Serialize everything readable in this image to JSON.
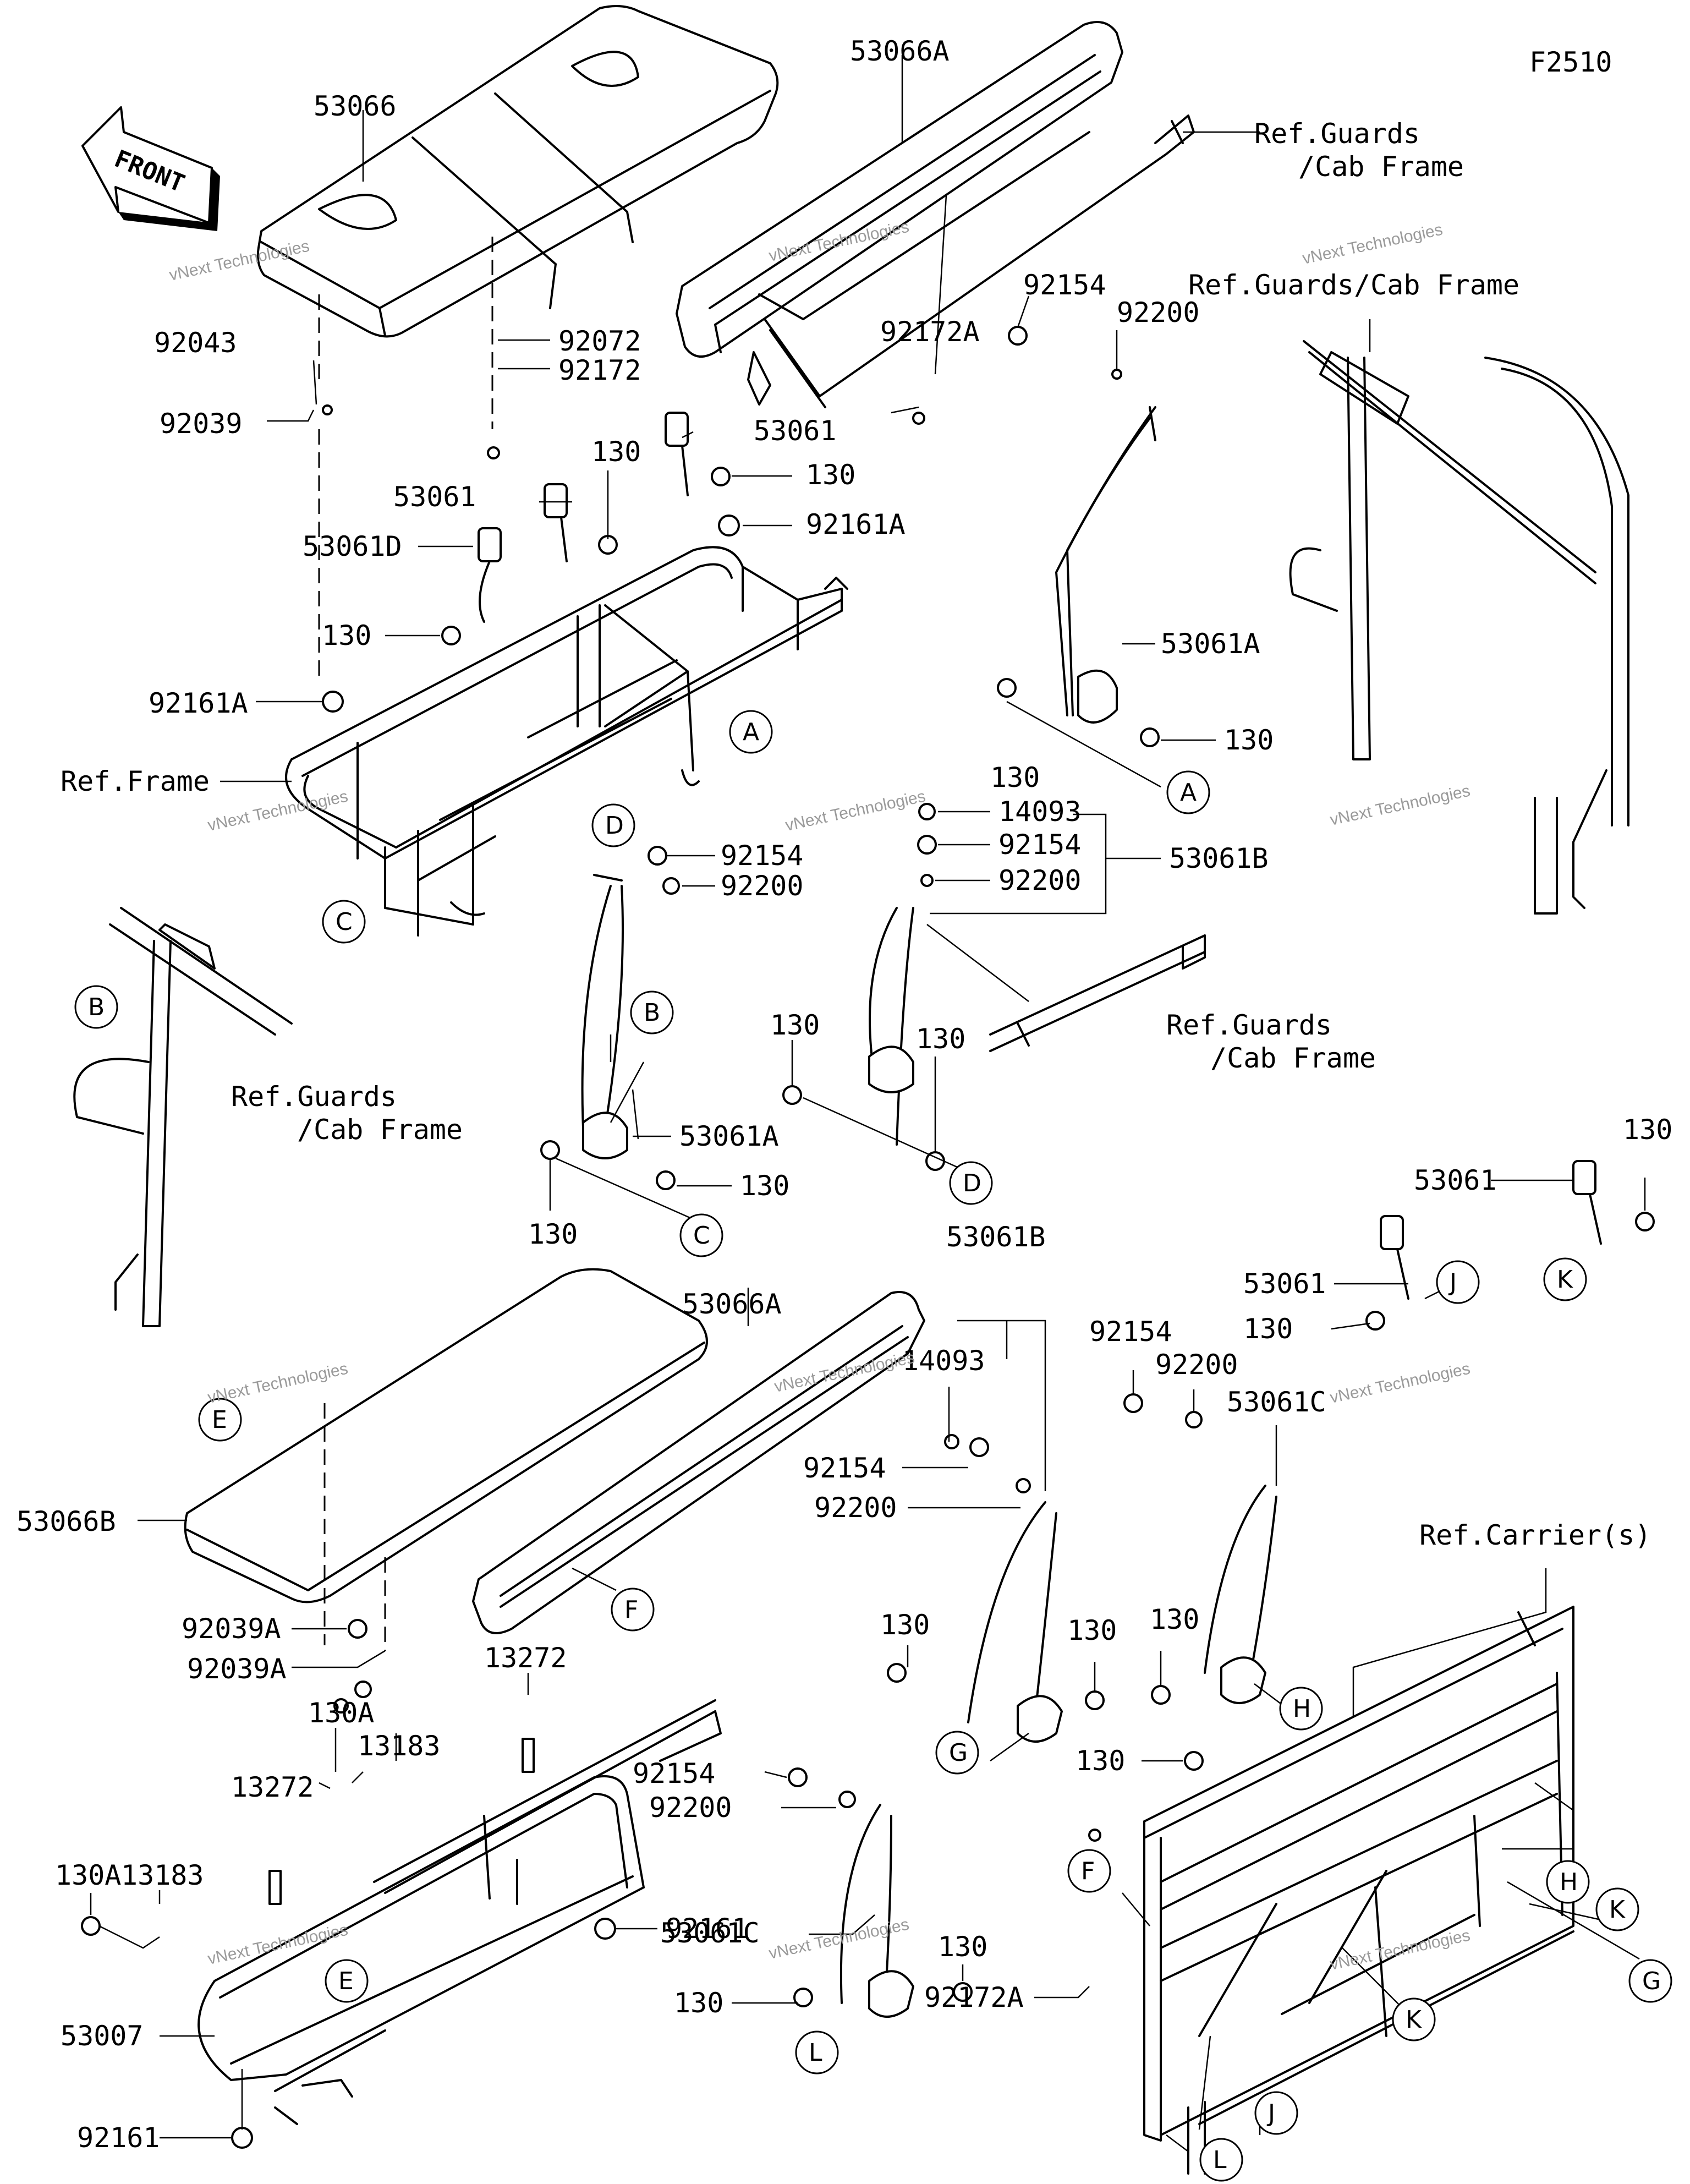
{
  "figure_code": "F2510",
  "front_arrow": {
    "label": "FRONT",
    "icon": "front-direction-arrow"
  },
  "part_labels": [
    {
      "id": "l53066",
      "text": "53066"
    },
    {
      "id": "l53066A_top",
      "text": "53066A"
    },
    {
      "id": "l92043",
      "text": "92043"
    },
    {
      "id": "l92039",
      "text": "92039"
    },
    {
      "id": "l92072",
      "text": "92072"
    },
    {
      "id": "l92172",
      "text": "92172"
    },
    {
      "id": "l92172A_top",
      "text": "92172A"
    },
    {
      "id": "l92154_top",
      "text": "92154"
    },
    {
      "id": "l92200_top",
      "text": "92200"
    },
    {
      "id": "l53061_a",
      "text": "53061"
    },
    {
      "id": "l130_a",
      "text": "130"
    },
    {
      "id": "l53061_b",
      "text": "53061"
    },
    {
      "id": "l130_b",
      "text": "130"
    },
    {
      "id": "l92161A_a",
      "text": "92161A"
    },
    {
      "id": "l53061D",
      "text": "53061D"
    },
    {
      "id": "l130_c",
      "text": "130"
    },
    {
      "id": "l92161A_b",
      "text": "92161A"
    },
    {
      "id": "l53061A_right",
      "text": "53061A"
    },
    {
      "id": "l130_d",
      "text": "130"
    },
    {
      "id": "l130_e",
      "text": "130"
    },
    {
      "id": "l14093_a",
      "text": "14093"
    },
    {
      "id": "l92154_a",
      "text": "92154"
    },
    {
      "id": "l92200_a",
      "text": "92200"
    },
    {
      "id": "l53061B_a",
      "text": "53061B"
    },
    {
      "id": "l92154_b",
      "text": "92154"
    },
    {
      "id": "l92200_b",
      "text": "92200"
    },
    {
      "id": "l130_f",
      "text": "130"
    },
    {
      "id": "l130_g",
      "text": "130"
    },
    {
      "id": "l53061A_left",
      "text": "53061A"
    },
    {
      "id": "l130_h",
      "text": "130"
    },
    {
      "id": "l130_i",
      "text": "130"
    },
    {
      "id": "l130_j",
      "text": "130"
    },
    {
      "id": "l53061_c",
      "text": "53061"
    },
    {
      "id": "l53061_d",
      "text": "53061"
    },
    {
      "id": "l130_k",
      "text": "130"
    },
    {
      "id": "l53061B_b",
      "text": "53061B"
    },
    {
      "id": "l53066A_bottom",
      "text": "53066A"
    },
    {
      "id": "l14093_b",
      "text": "14093"
    },
    {
      "id": "l92154_c",
      "text": "92154"
    },
    {
      "id": "l92200_c",
      "text": "92200"
    },
    {
      "id": "l92154_d",
      "text": "92154"
    },
    {
      "id": "l92200_d",
      "text": "92200"
    },
    {
      "id": "l53061C_a",
      "text": "53061C"
    },
    {
      "id": "l53066B",
      "text": "53066B"
    },
    {
      "id": "l92039A_a",
      "text": "92039A"
    },
    {
      "id": "l92039A_b",
      "text": "92039A"
    },
    {
      "id": "l130_l",
      "text": "130"
    },
    {
      "id": "l130_m",
      "text": "130"
    },
    {
      "id": "l130_n",
      "text": "130"
    },
    {
      "id": "l130_o",
      "text": "130"
    },
    {
      "id": "l13272_a",
      "text": "13272"
    },
    {
      "id": "l130A_a",
      "text": "130A"
    },
    {
      "id": "l13183_a",
      "text": "13183"
    },
    {
      "id": "l13272_b",
      "text": "13272"
    },
    {
      "id": "l130A_b",
      "text": "130A"
    },
    {
      "id": "l13183_b",
      "text": "13183"
    },
    {
      "id": "l92154_e",
      "text": "92154"
    },
    {
      "id": "l92200_e",
      "text": "92200"
    },
    {
      "id": "l53061C_b",
      "text": "53061C"
    },
    {
      "id": "l130_p",
      "text": "130"
    },
    {
      "id": "l130_q",
      "text": "130"
    },
    {
      "id": "l92161_a",
      "text": "92161"
    },
    {
      "id": "l53007",
      "text": "53007"
    },
    {
      "id": "l92161_b",
      "text": "92161"
    },
    {
      "id": "l92172A_bottom",
      "text": "92172A"
    }
  ],
  "reference_labels": [
    {
      "id": "ref1a",
      "text": "Ref.Guards"
    },
    {
      "id": "ref1b",
      "text": "/Cab Frame"
    },
    {
      "id": "ref2",
      "text": "Ref.Guards/Cab Frame"
    },
    {
      "id": "ref3",
      "text": "Ref.Frame"
    },
    {
      "id": "ref4a",
      "text": "Ref.Guards"
    },
    {
      "id": "ref4b",
      "text": "/Cab Frame"
    },
    {
      "id": "ref5a",
      "text": "Ref.Guards"
    },
    {
      "id": "ref5b",
      "text": "/Cab Frame"
    },
    {
      "id": "ref6",
      "text": "Ref.Carrier(s)"
    }
  ],
  "callouts": [
    {
      "id": "cA1",
      "letter": "A"
    },
    {
      "id": "cA2",
      "letter": "A"
    },
    {
      "id": "cB1",
      "letter": "B"
    },
    {
      "id": "cB2",
      "letter": "B"
    },
    {
      "id": "cC1",
      "letter": "C"
    },
    {
      "id": "cC2",
      "letter": "C"
    },
    {
      "id": "cD1",
      "letter": "D"
    },
    {
      "id": "cD2",
      "letter": "D"
    },
    {
      "id": "cE1",
      "letter": "E"
    },
    {
      "id": "cE2",
      "letter": "E"
    },
    {
      "id": "cF1",
      "letter": "F"
    },
    {
      "id": "cF2",
      "letter": "F"
    },
    {
      "id": "cG1",
      "letter": "G"
    },
    {
      "id": "cG2",
      "letter": "G"
    },
    {
      "id": "cH1",
      "letter": "H"
    },
    {
      "id": "cH2",
      "letter": "H"
    },
    {
      "id": "cJ1",
      "letter": "J"
    },
    {
      "id": "cJ2",
      "letter": "J"
    },
    {
      "id": "cK1",
      "letter": "K"
    },
    {
      "id": "cK2",
      "letter": "K"
    },
    {
      "id": "cK3",
      "letter": "K"
    },
    {
      "id": "cL1",
      "letter": "L"
    },
    {
      "id": "cL2",
      "letter": "L"
    }
  ],
  "watermarks": {
    "line1": "vNext Technologies",
    "line2": "vNext",
    "line3": "Technologies"
  }
}
